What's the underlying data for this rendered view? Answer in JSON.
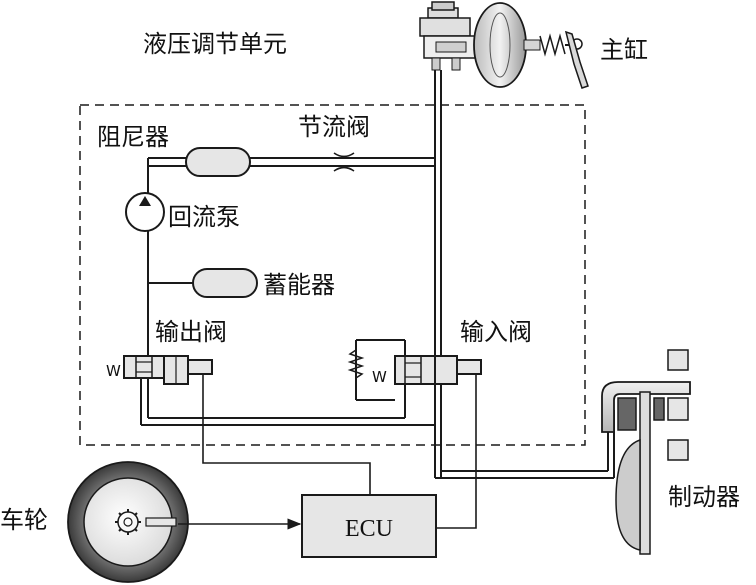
{
  "labels": {
    "unit_title": "液压调节单元",
    "master_cylinder": "主缸",
    "damper": "阻尼器",
    "throttle_valve": "节流阀",
    "return_pump": "回流泵",
    "accumulator": "蓄能器",
    "outlet_valve": "输出阀",
    "inlet_valve": "输入阀",
    "brake": "制动器",
    "wheel": "车轮",
    "ecu": "ECU",
    "solenoid_mark_outlet": "W",
    "solenoid_mark_inlet": "W"
  },
  "colors": {
    "line": "#1a1a1a",
    "component_fill": "#e6e6e6",
    "tire": "#555555",
    "rim": "#f2f2f2"
  }
}
